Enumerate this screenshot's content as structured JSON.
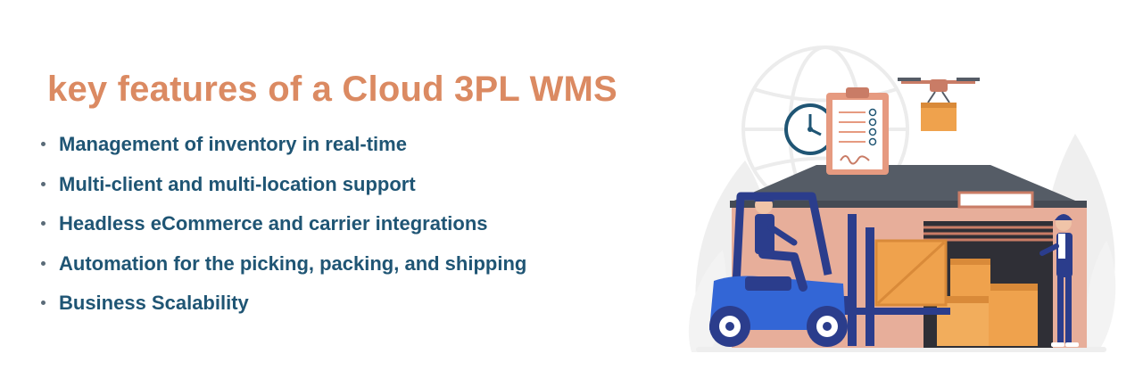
{
  "header": {
    "title": "key features of a Cloud 3PL WMS"
  },
  "features": [
    {
      "label": "Management of inventory in real-time"
    },
    {
      "label": "Multi-client and multi-location support"
    },
    {
      "label": "Headless eCommerce and carrier integrations"
    },
    {
      "label": "Automation for the picking, packing, and shipping"
    },
    {
      "label": "Business Scalability"
    }
  ],
  "colors": {
    "title": "#db8a62",
    "text": "#1f5574",
    "bullet": "#5a6b78",
    "navy": "#2b3d8c",
    "blue": "#3366d6",
    "roof": "#555c66",
    "wall": "#e7ae9a",
    "box": "#efa24d",
    "box_dark": "#d98a39",
    "clipboard": "#e69a80",
    "leaf": "#eeeeee"
  },
  "icons": [
    "clock-icon",
    "clipboard-icon",
    "drone-icon",
    "globe-icon",
    "forklift-icon",
    "warehouse-icon",
    "worker-icon",
    "boxes-icon",
    "leaf-icon"
  ]
}
